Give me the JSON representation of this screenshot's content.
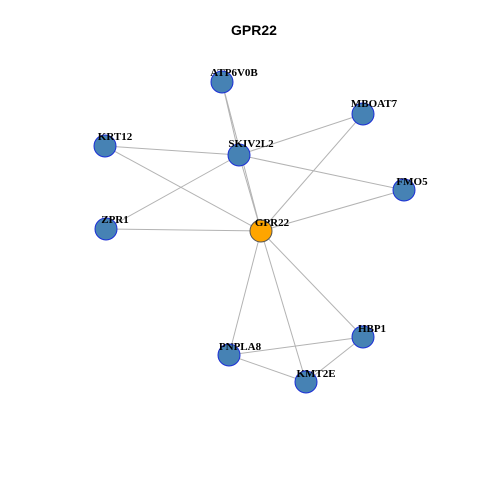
{
  "title": "GPR22",
  "colors": {
    "center_fill": "#FFA500",
    "center_stroke": "#555555",
    "node_fill": "#4682B4",
    "node_stroke": "#1C2FD6",
    "edge": "#B3B3B3"
  },
  "nodes": [
    {
      "id": "ATP6V0B",
      "label": "ATP6V0B",
      "center": false
    },
    {
      "id": "MBOAT7",
      "label": "MBOAT7",
      "center": false
    },
    {
      "id": "KRT12",
      "label": "KRT12",
      "center": false
    },
    {
      "id": "SKIV2L2",
      "label": "SKIV2L2",
      "center": false
    },
    {
      "id": "FMO5",
      "label": "FMO5",
      "center": false
    },
    {
      "id": "ZPR1",
      "label": "ZPR1",
      "center": false
    },
    {
      "id": "GPR22",
      "label": "GPR22",
      "center": true
    },
    {
      "id": "HBP1",
      "label": "HBP1",
      "center": false
    },
    {
      "id": "PNPLA8",
      "label": "PNPLA8",
      "center": false
    },
    {
      "id": "KMT2E",
      "label": "KMT2E",
      "center": false
    }
  ],
  "edges": [
    [
      "GPR22",
      "ATP6V0B"
    ],
    [
      "GPR22",
      "MBOAT7"
    ],
    [
      "GPR22",
      "KRT12"
    ],
    [
      "GPR22",
      "SKIV2L2"
    ],
    [
      "GPR22",
      "FMO5"
    ],
    [
      "GPR22",
      "ZPR1"
    ],
    [
      "GPR22",
      "HBP1"
    ],
    [
      "GPR22",
      "PNPLA8"
    ],
    [
      "GPR22",
      "KMT2E"
    ],
    [
      "SKIV2L2",
      "ATP6V0B"
    ],
    [
      "SKIV2L2",
      "MBOAT7"
    ],
    [
      "SKIV2L2",
      "KRT12"
    ],
    [
      "SKIV2L2",
      "FMO5"
    ],
    [
      "SKIV2L2",
      "ZPR1"
    ],
    [
      "PNPLA8",
      "HBP1"
    ],
    [
      "PNPLA8",
      "KMT2E"
    ],
    [
      "KMT2E",
      "HBP1"
    ]
  ]
}
